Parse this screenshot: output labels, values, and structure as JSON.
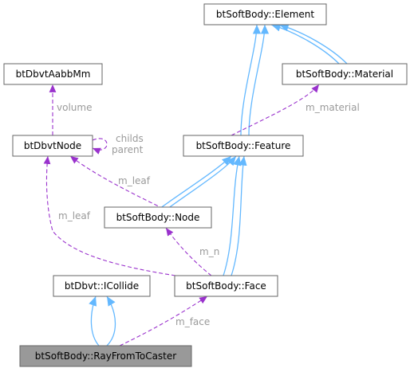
{
  "diagram": {
    "nodes": {
      "element": "btSoftBody::Element",
      "dbvt_aabb": "btDbvtAabbMm",
      "material": "btSoftBody::Material",
      "dbvt_node": "btDbvtNode",
      "feature": "btSoftBody::Feature",
      "node": "btSoftBody::Node",
      "icollide": "btDbvt::ICollide",
      "face": "btSoftBody::Face",
      "ray_from_to_caster": "btSoftBody::RayFromToCaster"
    },
    "edge_labels": {
      "volume": "volume",
      "childs": "childs",
      "parent": "parent",
      "m_material": "m_material",
      "m_leaf_node": "m_leaf",
      "m_leaf_face": "m_leaf",
      "m_n": "m_n",
      "m_face": "m_face"
    },
    "colors": {
      "inheritance_edge": "#63b8ff",
      "member_edge": "#9a32cd",
      "focus_node_fill": "#999999"
    }
  }
}
